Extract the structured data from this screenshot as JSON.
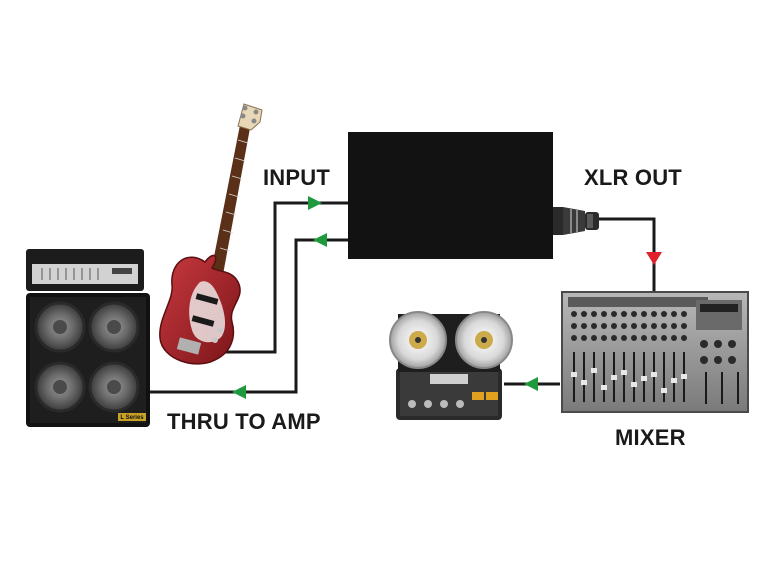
{
  "labels": {
    "input": "INPUT",
    "xlr_out": "XLR OUT",
    "thru_to_amp": "THRU TO AMP",
    "mixer": "MIXER"
  },
  "amp_badge": "L Series",
  "colors": {
    "cable": "#1a1a1a",
    "arrow_in": "#1e9a3c",
    "arrow_out": "#e0202a",
    "guitar_body": "#a8262c",
    "box": "#121212"
  }
}
